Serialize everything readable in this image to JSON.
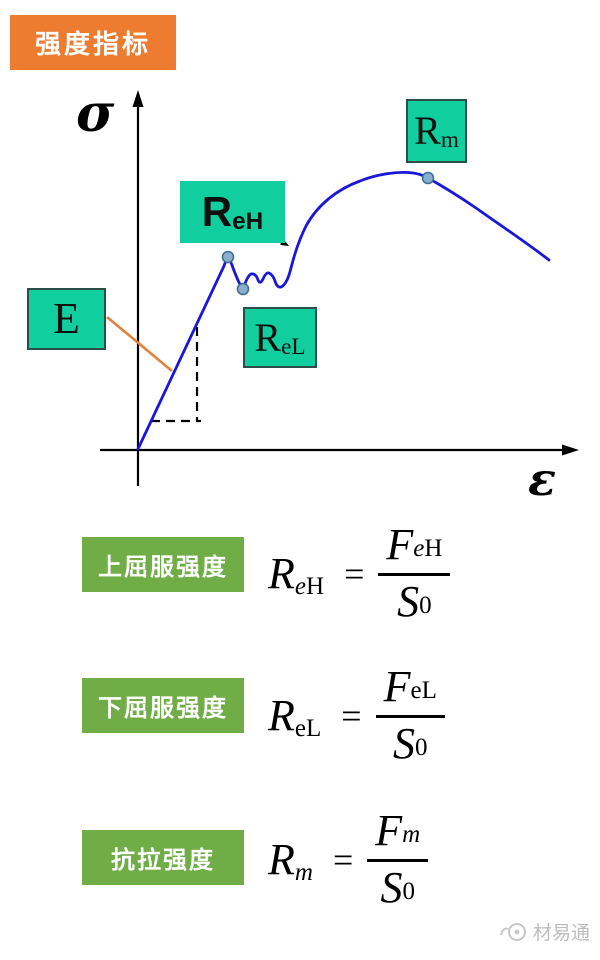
{
  "title_badge": {
    "label": "强度指标"
  },
  "plot": {
    "type": "schematic stress-strain curve",
    "y_axis_label": "σ",
    "x_axis_label": "ε",
    "labels": {
      "reh": {
        "main": "R",
        "sub": "eH"
      },
      "rm": {
        "main": "R",
        "sub": "m"
      },
      "rel": {
        "main": "R",
        "sub": "eL"
      },
      "e": {
        "main": "E",
        "sub": ""
      }
    },
    "marked_points": [
      {
        "id": "upper-yield-point",
        "label": "ReH"
      },
      {
        "id": "lower-yield-point",
        "label": "ReL"
      },
      {
        "id": "tensile-strength-point",
        "label": "Rm"
      }
    ]
  },
  "formulas": [
    {
      "badge": "上屈服强度",
      "lhs": "R",
      "sub_italic": "e",
      "sub_roman": "H",
      "equals": "=",
      "num": "F",
      "den": "S",
      "den_sub": "0"
    },
    {
      "badge": "下屈服强度",
      "lhs": "R",
      "sub_italic": "",
      "sub_roman": "eL",
      "equals": "=",
      "num": "F",
      "den": "S",
      "den_sub": "0"
    },
    {
      "badge": "抗拉强度",
      "lhs": "R",
      "sub_italic": "m",
      "sub_roman": "",
      "equals": "=",
      "num": "F",
      "den": "S",
      "den_sub": "0"
    }
  ],
  "watermark": {
    "text": "材易通"
  },
  "colors": {
    "title_bg": "#ED7C31",
    "badge_bg": "#70AD47",
    "box_green": "#10CE9D",
    "curve_blue": "#1A18D8",
    "leader_orange": "#E2813B",
    "dot_fill": "#8CAECD"
  }
}
